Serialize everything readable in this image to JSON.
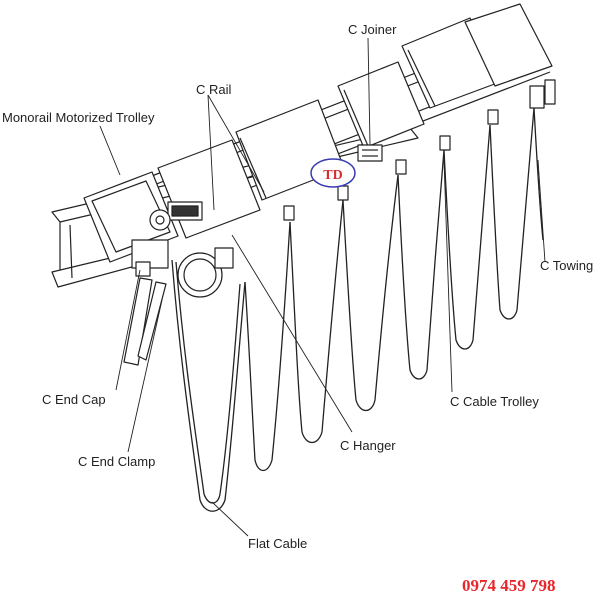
{
  "labels": {
    "c_joiner": "C Joiner",
    "c_rail": "C Rail",
    "monorail_trolley": "Monorail Motorized Trolley",
    "c_towing": "C Towing",
    "c_end_cap": "C End Cap",
    "c_cable_trolley": "C Cable Trolley",
    "c_hanger": "C Hanger",
    "c_end_clamp": "C End Clamp",
    "flat_cable": "Flat Cable"
  },
  "logo": {
    "text": "TD"
  },
  "contact": {
    "phone": "0974 459 798"
  },
  "colors": {
    "line": "#222222",
    "logo": "#d32f2f",
    "logo_ring": "#3a3ab0",
    "phone": "#e8262b"
  }
}
